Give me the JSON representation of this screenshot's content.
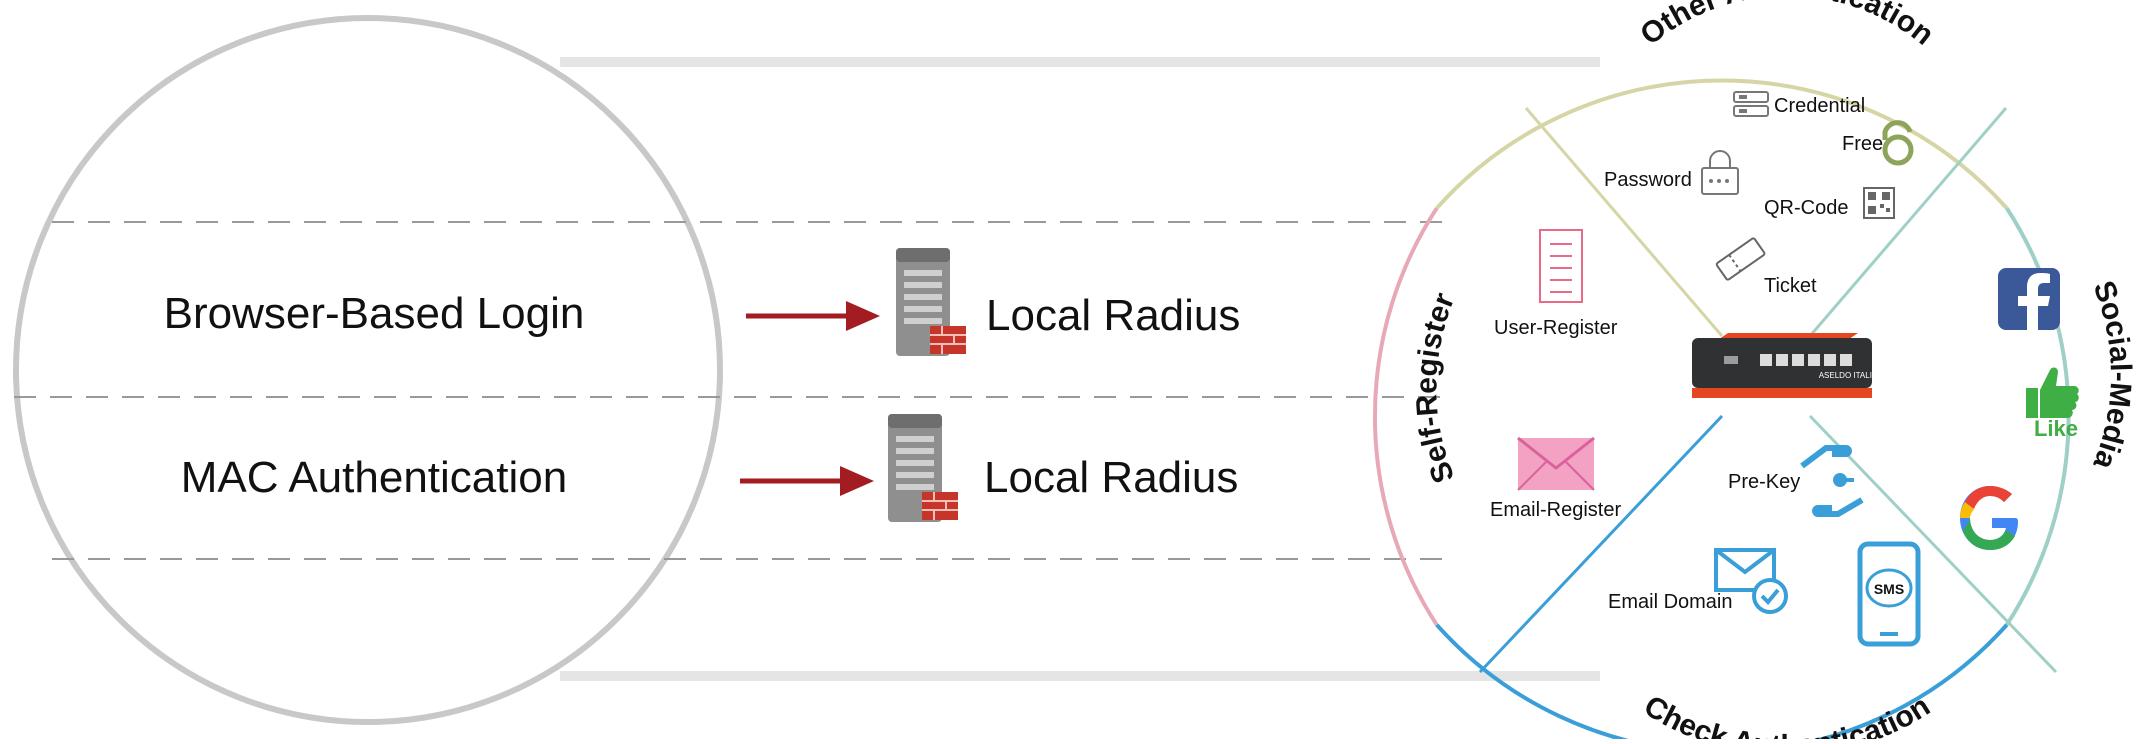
{
  "left_panel": {
    "rows": [
      {
        "method": "Browser-Based Login",
        "target": "Local Radius"
      },
      {
        "method": "MAC Authentication",
        "target": "Local Radius"
      }
    ]
  },
  "wheel": {
    "sections": {
      "other": "Other Authentication",
      "social": "Social-Media",
      "check": "Check Authentication",
      "self": "Self-Register"
    },
    "items": {
      "credential": "Credential",
      "free": "Free",
      "password": "Password",
      "qr_code": "QR-Code",
      "ticket": "Ticket",
      "user_register": "User-Register",
      "email_register": "Email-Register",
      "pre_key": "Pre-Key",
      "email_domain": "Email Domain",
      "sms": "SMS",
      "like": "Like",
      "device_brand": "ASELDO ITALIA"
    }
  },
  "colors": {
    "arrow": "#a31c22",
    "ring_outline": "#c8c8c8",
    "other_divider": "#d6d5a6",
    "social_divider": "#9fd0c8",
    "check_divider": "#3a9fd8",
    "self_divider": "#e7a9b7",
    "device_accent": "#e4471f"
  }
}
